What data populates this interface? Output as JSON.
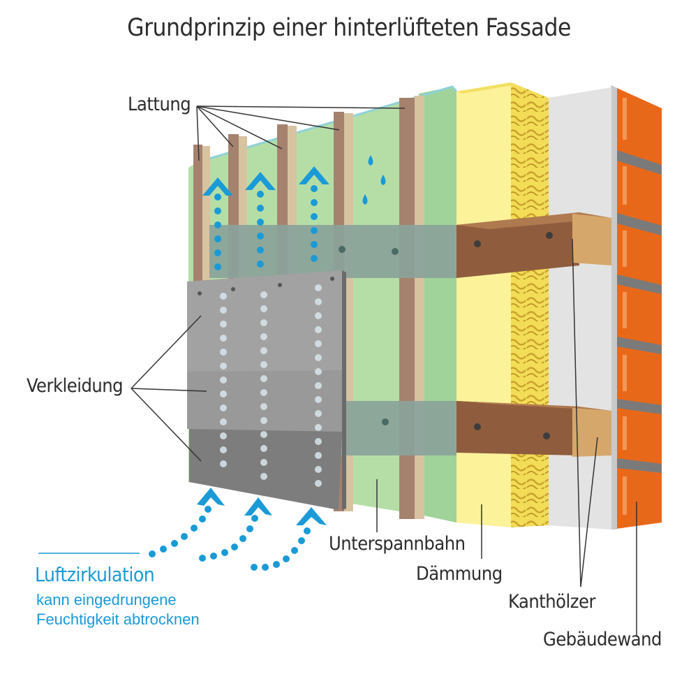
{
  "title": "Grundprinzip einer hinterlüfteten Fassade",
  "labels": {
    "lattung": "Lattung",
    "verkleidung": "Verkleidung",
    "unterspannbahn": "Unterspannbahn",
    "daemmung": "Dämmung",
    "kanthoelzer": "Kanthölzer",
    "gebaeudewand": "Gebäudewand"
  },
  "note": {
    "heading": "Luftzirkulation",
    "line1": "kann eingedrungene",
    "line2": "Feuchtigkeit abtrocknen"
  },
  "colors": {
    "brick": "#e8681a",
    "mortar": "#7a7a7a",
    "plaster": "#e3e3e3",
    "insulation": "#fbf29a",
    "insulation_edge": "#f3df61",
    "membrane": "#b5dea7",
    "timber": "#8f5d3d",
    "timber_end": "#d6a76a",
    "batten": "#a5826e",
    "batten_face": "#d8c3a1",
    "cladding": "#a2a2a2",
    "air": "#1a9ad6",
    "text": "#2c2c2c"
  }
}
